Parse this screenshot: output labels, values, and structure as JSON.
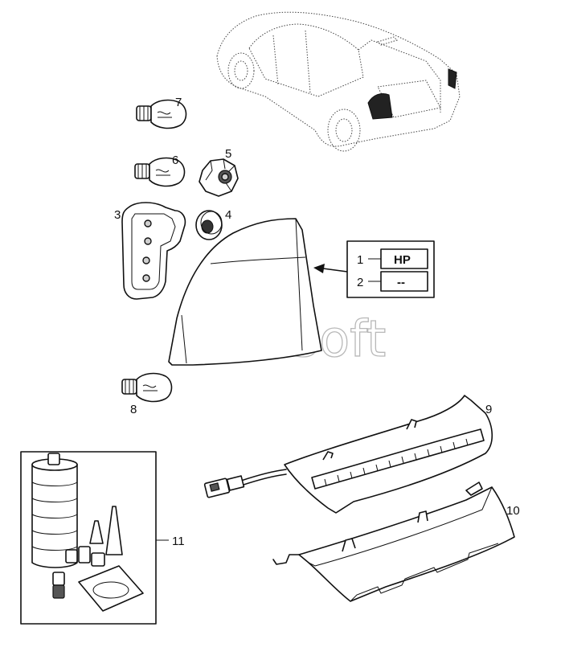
{
  "watermark": "AutoSoft",
  "callouts": [
    "1",
    "2",
    "3",
    "4",
    "5",
    "6",
    "7",
    "8",
    "9",
    "10",
    "11"
  ],
  "variant_table": {
    "rows": [
      {
        "index": "1",
        "code": "HP"
      },
      {
        "index": "2",
        "code": "--"
      }
    ]
  }
}
